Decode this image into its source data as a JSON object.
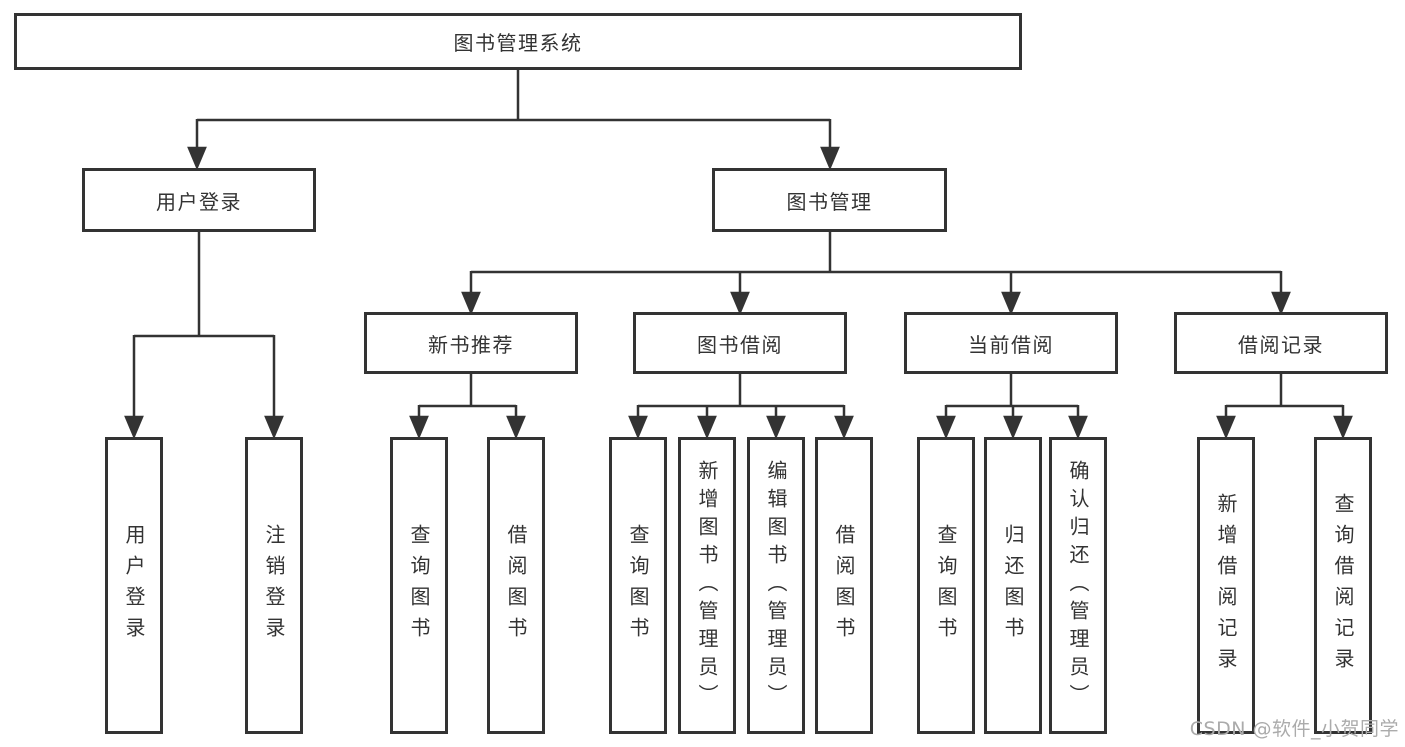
{
  "diagram_title": "图书管理系统",
  "nodes": {
    "root": "图书管理系统",
    "user_login": "用户登录",
    "book_mgmt": "图书管理",
    "new_book_rec": "新书推荐",
    "book_borrow": "图书借阅",
    "current_borrow": "当前借阅",
    "borrow_records": "借阅记录",
    "leaf_user_login": "用户登录",
    "leaf_logout": "注销登录",
    "leaf_query_book_1": "查询图书",
    "leaf_borrow_book_1": "借阅图书",
    "leaf_query_book_2": "查询图书",
    "leaf_add_book": "新增图书（管理员）",
    "leaf_edit_book": "编辑图书（管理员）",
    "leaf_borrow_book_2": "借阅图书",
    "leaf_query_book_3": "查询图书",
    "leaf_return_book": "归还图书",
    "leaf_confirm_return": "确认归还（管理员）",
    "leaf_add_record": "新增借阅记录",
    "leaf_query_record": "查询借阅记录"
  },
  "hierarchy": {
    "图书管理系统": {
      "用户登录": [
        "用户登录",
        "注销登录"
      ],
      "图书管理": {
        "新书推荐": [
          "查询图书",
          "借阅图书"
        ],
        "图书借阅": [
          "查询图书",
          "新增图书（管理员）",
          "编辑图书（管理员）",
          "借阅图书"
        ],
        "当前借阅": [
          "查询图书",
          "归还图书",
          "确认归还（管理员）"
        ],
        "借阅记录": [
          "新增借阅记录",
          "查询借阅记录"
        ]
      }
    }
  },
  "watermark": "CSDN @软件_小贺同学",
  "colors": {
    "line": "#333333",
    "border": "#333333",
    "text": "#333333",
    "watermark": "#ababab",
    "background": "#ffffff"
  }
}
